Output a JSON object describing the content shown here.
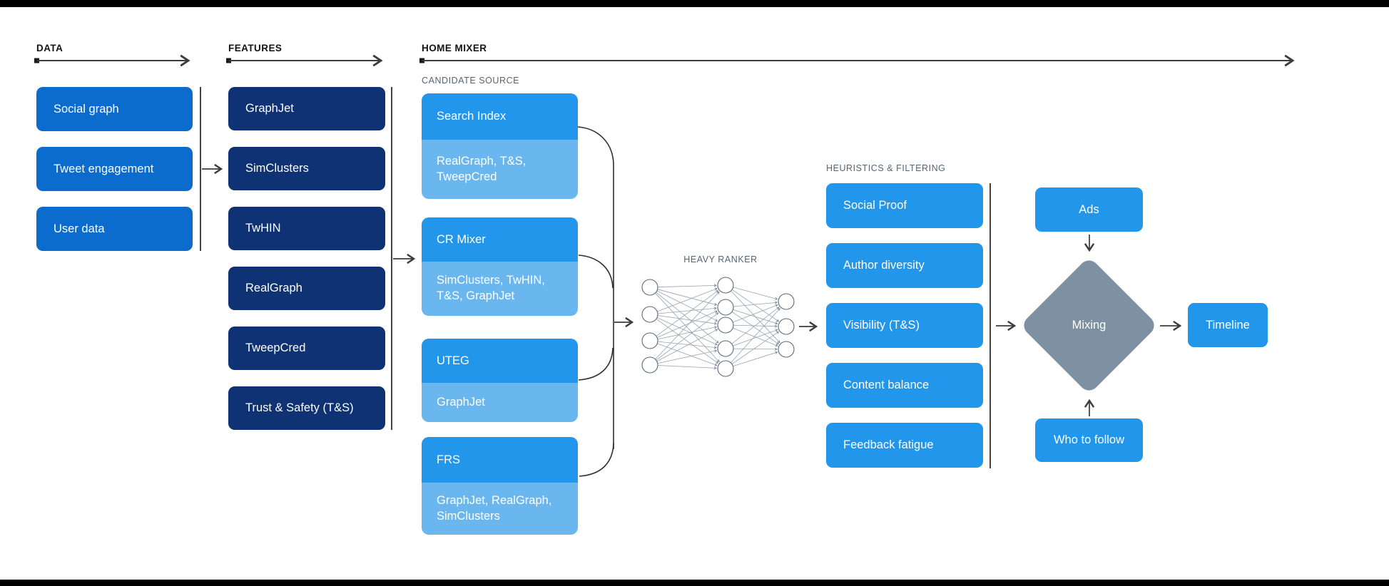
{
  "colors": {
    "data_box": "#0b6cce",
    "feature_box": "#0e3273",
    "source_header": "#2296ea",
    "source_sub": "#6ab6ef",
    "filter_box": "#2296ea",
    "mixing_diamond": "#7e91a3",
    "line": "#3c3c3c",
    "header_text": "#0f1419",
    "subheader_text": "#566573"
  },
  "sections": {
    "data": {
      "title": "DATA",
      "items": [
        "Social graph",
        "Tweet engagement",
        "User data"
      ]
    },
    "features": {
      "title": "FEATURES",
      "items": [
        "GraphJet",
        "SimClusters",
        "TwHIN",
        "RealGraph",
        "TweepCred",
        "Trust & Safety (T&S)"
      ]
    },
    "home_mixer": {
      "title": "HOME MIXER",
      "candidate_source": {
        "title": "CANDIDATE SOURCE",
        "items": [
          {
            "name": "Search Index",
            "uses": "RealGraph, T&S, TweepCred"
          },
          {
            "name": "CR Mixer",
            "uses": "SimClusters, TwHIN, T&S, GraphJet"
          },
          {
            "name": "UTEG",
            "uses": "GraphJet"
          },
          {
            "name": "FRS",
            "uses": "GraphJet, RealGraph, SimClusters"
          }
        ]
      },
      "heavy_ranker": {
        "title": "HEAVY RANKER"
      },
      "heuristics": {
        "title": "HEURISTICS & FILTERING",
        "items": [
          "Social Proof",
          "Author diversity",
          "Visibility (T&S)",
          "Content balance",
          "Feedback fatigue"
        ]
      },
      "mixing_stage": {
        "ads": "Ads",
        "mixing": "Mixing",
        "who_to_follow": "Who to follow",
        "timeline": "Timeline"
      }
    }
  }
}
